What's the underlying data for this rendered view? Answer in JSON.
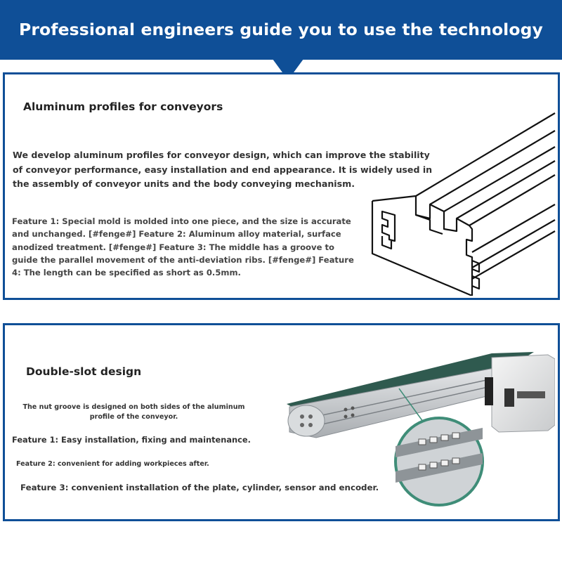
{
  "header": {
    "title": "Professional engineers guide you to use the technology"
  },
  "section_profiles": {
    "title": "Aluminum profiles for conveyors",
    "intro": "We develop aluminum profiles for conveyor design, which can improve the stability of conveyor performance, easy installation and end appearance. It is widely used in the assembly of conveyor units and the body conveying mechanism.",
    "features": "Feature 1: Special mold is molded into one piece, and the size is accurate and unchanged. [#fenge#] Feature 2: Aluminum alloy material, surface anodized treatment. [#fenge#] Feature 3: The middle has a groove to guide the parallel movement of the anti-deviation ribs. [#fenge#] Feature 4: The length can be specified as short as 0.5mm."
  },
  "section_double_slot": {
    "title": "Double-slot design",
    "intro": "The nut groove is designed on both sides of the aluminum profile of the conveyor.",
    "feature_1": "Feature 1: Easy installation, fixing and maintenance.",
    "feature_2": "Feature 2: convenient for adding workpieces after.",
    "feature_3": "Feature 3: convenient installation of the plate, cylinder, sensor and encoder."
  },
  "colors": {
    "brand_blue": "#0f4f97",
    "belt_green": "#2f5a4f",
    "callout_green": "#3f8d78"
  },
  "images": {
    "profile": "aluminum-profile-illustration",
    "conveyor": "belt-conveyor-photo"
  }
}
